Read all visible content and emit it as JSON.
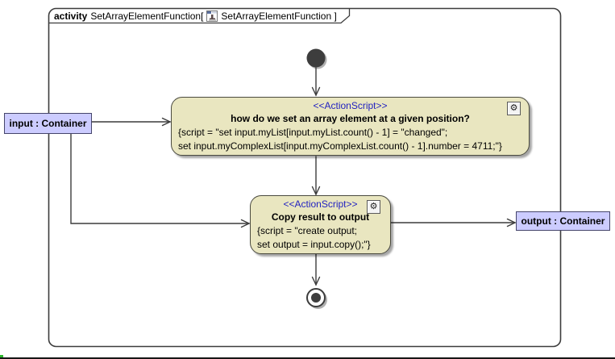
{
  "frame": {
    "keyword": "activity",
    "name_part": "SetArrayElementFunction[",
    "diagram_part": "SetArrayElementFunction ]"
  },
  "actions": [
    {
      "stereotype": "<<ActionScript>>",
      "name": "how do we set an array element at a given position?",
      "script_lines": [
        "{script = \"set input.myList[input.myList.count() - 1] = \"changed\";",
        "set input.myComplexList[input.myComplexList.count() - 1].number = 4711;\"}"
      ]
    },
    {
      "stereotype": "<<ActionScript>>",
      "name": "Copy result to output",
      "script_lines": [
        "{script = \"create output;",
        "set output = input.copy();\"}"
      ]
    }
  ],
  "parameters": [
    {
      "label": "input : Container"
    },
    {
      "label": "output : Container"
    }
  ],
  "icons": {
    "gear_glyph": "⚙"
  },
  "colors": {
    "action_fill": "#e9e6c0",
    "parameter_fill": "#ccccff",
    "stereotype_text": "#2222c0",
    "line_color": "#3c3c3c"
  }
}
